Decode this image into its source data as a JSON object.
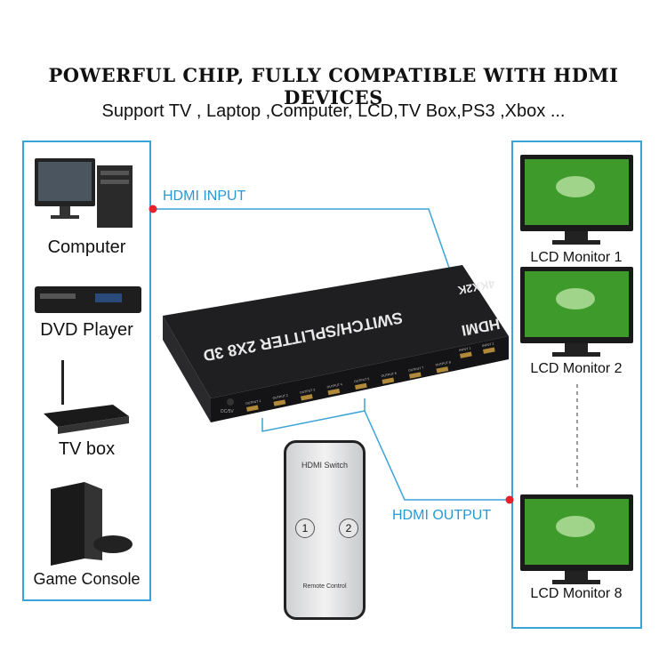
{
  "headline": "POWERFUL CHIP, FULLY COMPATIBLE WITH HDMI DEVICES",
  "subline": "Support TV , Laptop ,Computer, LCD,TV Box,PS3 ,Xbox ...",
  "sources": [
    {
      "label": "Computer",
      "icon": "computer-icon"
    },
    {
      "label": "DVD Player",
      "icon": "dvd-player-icon"
    },
    {
      "label": "TV box",
      "icon": "tv-box-icon"
    },
    {
      "label": "Game Console",
      "icon": "game-console-icon"
    }
  ],
  "monitors": [
    {
      "label": "LCD Monitor 1"
    },
    {
      "label": "LCD Monitor 2"
    },
    {
      "label": "LCD Monitor 8"
    }
  ],
  "connections": {
    "input": "HDMI INPUT",
    "output": "HDMI OUTPUT"
  },
  "device": {
    "title": "SWITCH/SPLITTER 2X8 3D",
    "logo": "HDMI",
    "resolution": "4KX2K",
    "power_label": "DC/5V",
    "outputs": [
      "OUTPUT 1",
      "OUTPUT 2",
      "OUTPUT 3",
      "OUTPUT 4",
      "OUTPUT 5",
      "OUTPUT 6",
      "OUTPUT 7",
      "OUTPUT 8"
    ],
    "inputs": [
      "INPUT 1",
      "INPUT 2"
    ]
  },
  "remote": {
    "title": "HDMI Switch",
    "buttons": [
      "1",
      "2"
    ],
    "footer": "Remote Control"
  },
  "colors": {
    "accent": "#3aa3d8",
    "dot": "#e8202a",
    "device": "#1c1c1e",
    "screen": "#3f9a2c"
  }
}
